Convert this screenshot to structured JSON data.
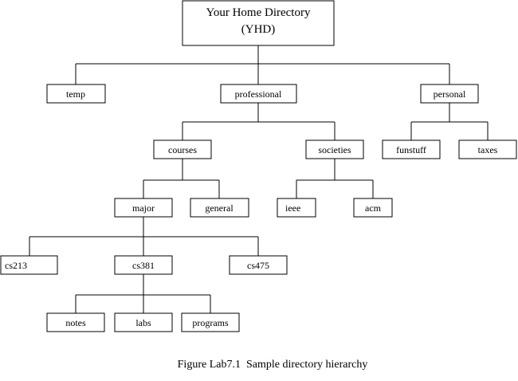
{
  "root": {
    "line1": "Your Home Directory",
    "line2": "(YHD)"
  },
  "nodes": {
    "temp": "temp",
    "professional": "professional",
    "personal": "personal",
    "courses": "courses",
    "societies": "societies",
    "funstuff": "funstuff",
    "taxes": "taxes",
    "major": "major",
    "general": "general",
    "ieee": "ieee",
    "acm": "acm",
    "cs213": "cs213",
    "cs381": "cs381",
    "cs475": "cs475",
    "notes": "notes",
    "labs": "labs",
    "programs": "programs"
  },
  "caption": "Figure Lab7.1  Sample directory hierarchy"
}
